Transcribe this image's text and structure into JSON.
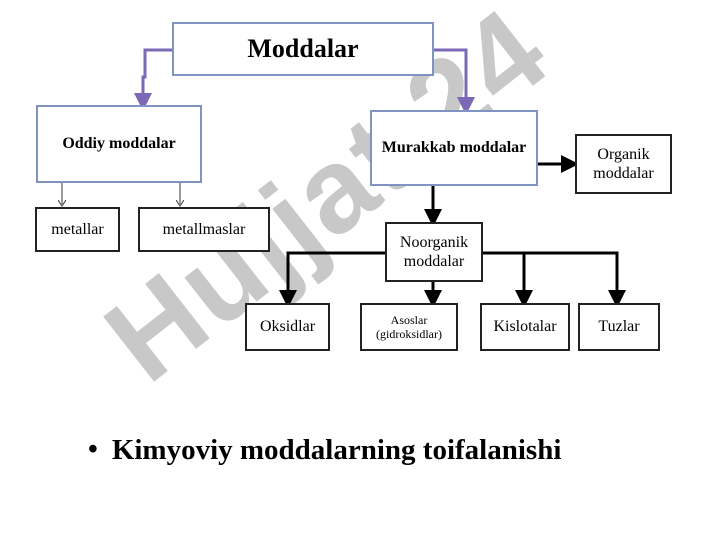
{
  "watermark": {
    "text": "Hujjat 24"
  },
  "diagram": {
    "root": "Moddalar",
    "oddiy": "Oddiy moddalar",
    "murakkab": "Murakkab moddalar",
    "organik": "Organik moddalar",
    "metallar": "metallar",
    "metallmaslar": "metallmaslar",
    "noorganik": "Noorganik moddalar",
    "oksidlar": "Oksidlar",
    "asoslar": "Asoslar (gidroksidlar)",
    "kislotalar": "Kislotalar",
    "tuzlar": "Tuzlar"
  },
  "bullet": {
    "text": "Kimyoviy moddalarning toifalanishi"
  },
  "colors": {
    "connector_purple": "#7b68b6",
    "box_border_blue": "#7f94c0",
    "watermark_gray": "#c8c8c8"
  }
}
